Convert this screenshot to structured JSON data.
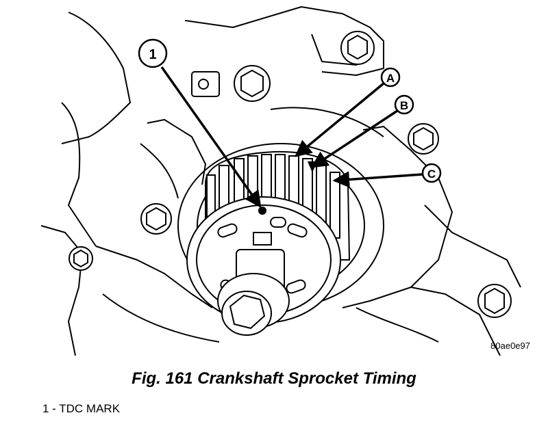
{
  "figure": {
    "callouts": {
      "one": "1",
      "a": "A",
      "b": "B",
      "c": "C"
    },
    "reference_code": "80ae0e97",
    "caption": "Fig. 161 Crankshaft Sprocket Timing",
    "legend": [
      {
        "text": "1 - TDC MARK"
      }
    ]
  }
}
